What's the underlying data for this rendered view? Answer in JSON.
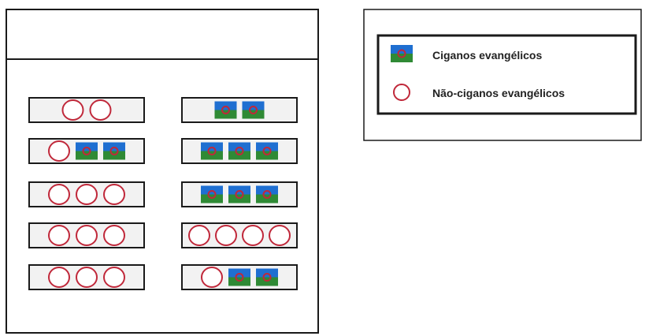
{
  "colors": {
    "outline": "#1a1a1a",
    "circle": "#c0283a",
    "pew_fill": "#f2f2f2",
    "flag_blue": "#1f6fd1",
    "flag_green": "#2f8a35",
    "flag_wheel": "#c0283a"
  },
  "legend": {
    "items": [
      {
        "label": "Ciganos evangélicos",
        "icon": "roma-flag-icon"
      },
      {
        "label": "Não-ciganos evangélicos",
        "icon": "circle-icon"
      }
    ]
  },
  "pews": {
    "left_column": [
      [
        "circle",
        "circle"
      ],
      [
        "circle",
        "flag",
        "flag"
      ],
      [
        "circle",
        "circle",
        "circle"
      ],
      [
        "circle",
        "circle",
        "circle"
      ],
      [
        "circle",
        "circle",
        "circle"
      ]
    ],
    "right_column": [
      [
        "flag",
        "flag"
      ],
      [
        "flag",
        "flag",
        "flag"
      ],
      [
        "flag",
        "flag",
        "flag"
      ],
      [
        "circle",
        "circle",
        "circle",
        "circle"
      ],
      [
        "circle",
        "flag",
        "flag"
      ]
    ]
  }
}
